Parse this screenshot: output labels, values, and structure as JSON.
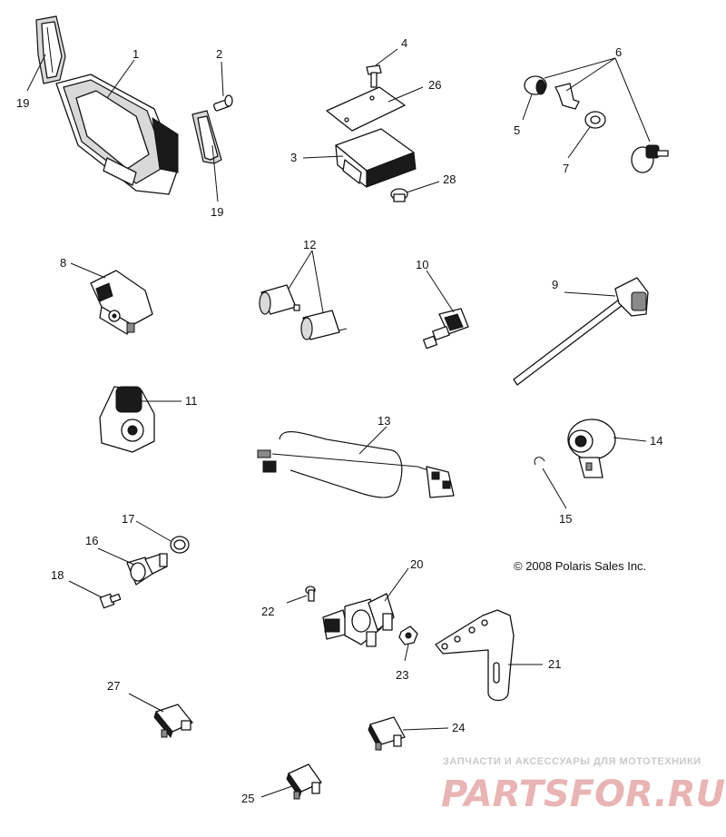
{
  "callouts": {
    "c1": "1",
    "c2": "2",
    "c3": "3",
    "c4": "4",
    "c5": "5",
    "c6": "6",
    "c7": "7",
    "c8": "8",
    "c9": "9",
    "c10": "10",
    "c11": "11",
    "c12": "12",
    "c13": "13",
    "c14": "14",
    "c15": "15",
    "c16": "16",
    "c17": "17",
    "c18": "18",
    "c19a": "19",
    "c19b": "19",
    "c20": "20",
    "c21": "21",
    "c22": "22",
    "c23": "23",
    "c24": "24",
    "c25": "25",
    "c26": "26",
    "c27": "27",
    "c28": "28"
  },
  "copyright": "© 2008 Polaris Sales Inc.",
  "watermark": {
    "tagline": "ЗАПЧАСТИ И АКСЕССУАРЫ ДЛЯ МОТОТЕХНИКИ",
    "logo": "PARTSFOR.RU"
  }
}
